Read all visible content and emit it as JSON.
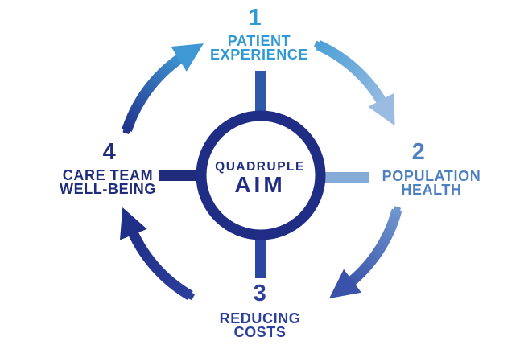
{
  "diagram": {
    "title": "Quadruple Aim",
    "background_color": "#ffffff",
    "center": {
      "title_line1": "QUADRUPLE",
      "title_line2": "AIM",
      "ring_color": "#1f2d85",
      "text_color": "#1f2d85"
    },
    "quadrants": [
      {
        "number": "1",
        "line1": "PATIENT",
        "line2": "EXPERIENCE",
        "color": "#2f9ad3",
        "position": "top"
      },
      {
        "number": "2",
        "line1": "POPULATION",
        "line2": "HEALTH",
        "color": "#4e7fc0",
        "position": "right"
      },
      {
        "number": "3",
        "line1": "REDUCING",
        "line2": "COSTS",
        "color": "#2b3f9c",
        "position": "bottom"
      },
      {
        "number": "4",
        "line1": "CARE TEAM",
        "line2": "WELL-BEING",
        "color": "#1f2c7c",
        "position": "left"
      }
    ],
    "arrows": [
      {
        "name": "arc-arrow-4-to-1",
        "from": "4",
        "to": "1",
        "direction": "clockwise",
        "color_start": "#22348c",
        "color_end": "#3f98d4"
      },
      {
        "name": "arc-arrow-1-to-2",
        "from": "1",
        "to": "2",
        "direction": "clockwise",
        "color_start": "#4d9fd6",
        "color_end": "#9abce2"
      },
      {
        "name": "arc-arrow-2-to-3",
        "from": "2",
        "to": "3",
        "direction": "clockwise",
        "color_start": "#6f96ce",
        "color_end": "#3a52a9"
      },
      {
        "name": "arc-arrow-3-to-4",
        "from": "3",
        "to": "4",
        "direction": "clockwise",
        "color_start": "#2b3e9b",
        "color_end": "#202f87"
      }
    ],
    "spoke_colors": {
      "top": "#2e59a9",
      "right": "#86abd6",
      "bottom": "#2b46a0",
      "left": "#1f2c7c"
    }
  }
}
